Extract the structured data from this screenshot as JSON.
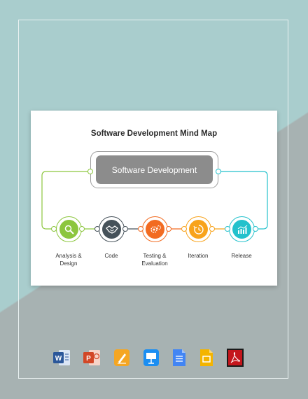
{
  "diagram": {
    "title": "Software Development Mind Map",
    "center": "Software Development",
    "nodes": [
      {
        "label_line1": "Analysis &",
        "label_line2": "Design",
        "color": "#8cc63e",
        "icon": "magnifier-icon"
      },
      {
        "label_line1": "Code",
        "label_line2": "",
        "color": "#46525a",
        "icon": "handshake-icon"
      },
      {
        "label_line1": "Testing &",
        "label_line2": "Evaluation",
        "color": "#f26b21",
        "icon": "gears-icon"
      },
      {
        "label_line1": "Iteration",
        "label_line2": "",
        "color": "#f8a31b",
        "icon": "cycle-clock-icon"
      },
      {
        "label_line1": "Release",
        "label_line2": "",
        "color": "#23c1cc",
        "icon": "bar-chart-icon"
      }
    ],
    "connector_colors": {
      "left": "#8cc63e",
      "right": "#23c1cc"
    }
  },
  "apps": [
    {
      "name": "word-icon",
      "color": "#2b579a"
    },
    {
      "name": "powerpoint-icon",
      "color": "#d24726"
    },
    {
      "name": "pages-icon",
      "color": "#f5a623"
    },
    {
      "name": "keynote-icon",
      "color": "#1b8ef2"
    },
    {
      "name": "google-docs-icon",
      "color": "#4285f4"
    },
    {
      "name": "google-slides-icon",
      "color": "#f4b400"
    },
    {
      "name": "pdf-icon",
      "color": "#c4161c"
    }
  ]
}
